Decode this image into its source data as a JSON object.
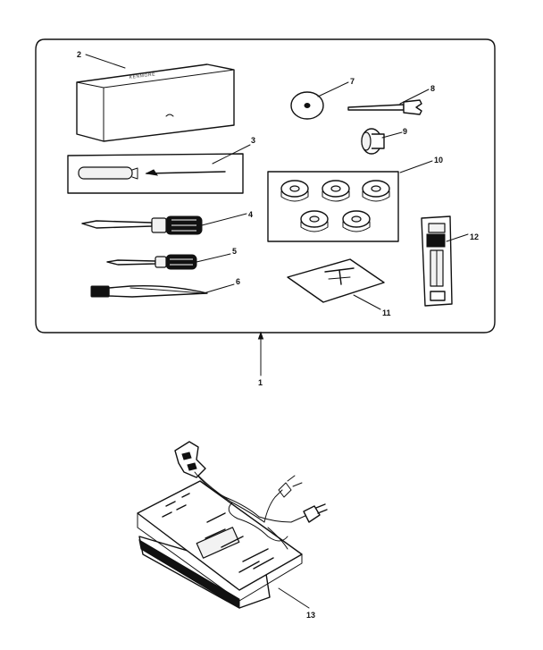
{
  "labels": {
    "l1": "1",
    "l2": "2",
    "l3": "3",
    "l4": "4",
    "l5": "5",
    "l6": "6",
    "l7": "7",
    "l8": "8",
    "l9": "9",
    "l10": "10",
    "l11": "11",
    "l12": "12",
    "l13": "13"
  },
  "box_brand": "KENMORE"
}
